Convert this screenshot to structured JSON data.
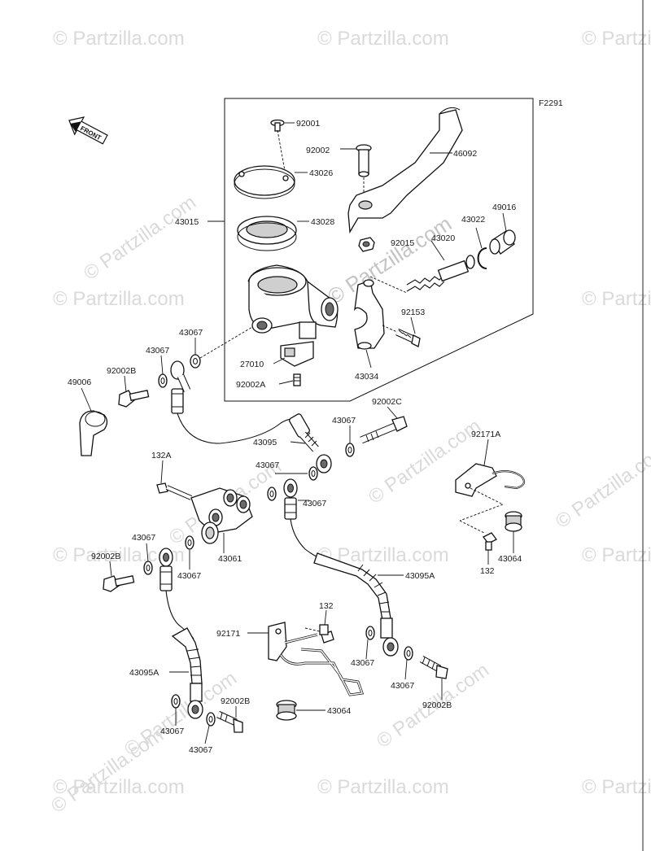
{
  "diagram_code": "F2291",
  "front_label": "FRONT",
  "watermark": "© Partzilla.com",
  "labels": {
    "p92001": "92001",
    "p92002": "92002",
    "p46092": "46092",
    "p43026": "43026",
    "p43015": "43015",
    "p43028": "43028",
    "p92015": "92015",
    "p43020": "43020",
    "p43022": "43022",
    "p49016": "49016",
    "p92153": "92153",
    "p43034": "43034",
    "p43067_a": "43067",
    "p43067_b": "43067",
    "p92002b_a": "92002B",
    "p27010": "27010",
    "p92002a": "92002A",
    "p49006": "49006",
    "p92002c": "92002C",
    "p43067_c": "43067",
    "p43095": "43095",
    "p92171a": "92171A",
    "p132a": "132A",
    "p43067_d": "43067",
    "p43067_e": "43067",
    "p43064_a": "43064",
    "p132_a": "132",
    "p43067_f": "43067",
    "p92002b_b": "92002B",
    "p43067_g": "43067",
    "p43061": "43061",
    "p43095a_a": "43095A",
    "p132_b": "132",
    "p92171": "92171",
    "p43067_h": "43067",
    "p43067_i": "43067",
    "p92002b_c": "92002B",
    "p43095a_b": "43095A",
    "p92002b_d": "92002B",
    "p43064_b": "43064",
    "p43067_j": "43067",
    "p43067_k": "43067"
  }
}
